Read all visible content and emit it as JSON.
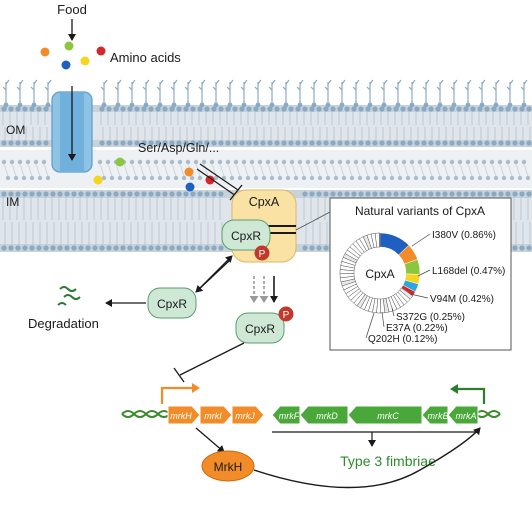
{
  "labels": {
    "food": "Food",
    "amino_acids": "Amino acids",
    "om": "OM",
    "im": "IM",
    "ser_asp": "Ser/Asp/Gln/...",
    "cpxa": "CpxA",
    "cpxr": "CpxR",
    "phospho": "P",
    "degradation": "Degradation",
    "mrkh": "MrkH",
    "type3": "Type 3 fimbriae"
  },
  "inset": {
    "title": "Natural variants of CpxA",
    "center_label": "CpxA",
    "variants": [
      {
        "name": "I380V (0.86%)",
        "color": "#1f5fbf"
      },
      {
        "name": "L168del (0.47%)",
        "color": "#f28c28"
      },
      {
        "name": "V94M (0.42%)",
        "color": "#8cc63f"
      },
      {
        "name": "S372G (0.25%)",
        "color": "#f5d51e"
      },
      {
        "name": "E37A (0.22%)",
        "color": "#2ba7df"
      },
      {
        "name": "Q202H (0.12%)",
        "color": "#d6282b"
      }
    ]
  },
  "operons": {
    "orange": [
      "mrkH",
      "mrkI",
      "mrkJ"
    ],
    "green": [
      "mrkF",
      "mrkD",
      "mrkC",
      "mrkB",
      "mrkA"
    ]
  },
  "colors": {
    "membrane_gray": "#b8c3cc",
    "head_blue": "#8aa9c4",
    "porin": "#8fc3e6",
    "cpxa": "#f9e2a4",
    "cpxr": "#cfe8d6",
    "phospho": "#c0392b",
    "orange_gene": "#f28c28",
    "green_gene": "#4aa83a",
    "mrkh": "#f28c28",
    "dna": "#3a8a2e",
    "type3_text": "#2e8b2e"
  },
  "amino_dots_top": [
    "#f28c28",
    "#8cc63f",
    "#d6282b",
    "#1f5fbf",
    "#f5d51e"
  ],
  "amino_dots_periplasm": [
    "#8cc63f",
    "#f5d51e",
    "#f28c28",
    "#1f5fbf",
    "#d6282b"
  ]
}
